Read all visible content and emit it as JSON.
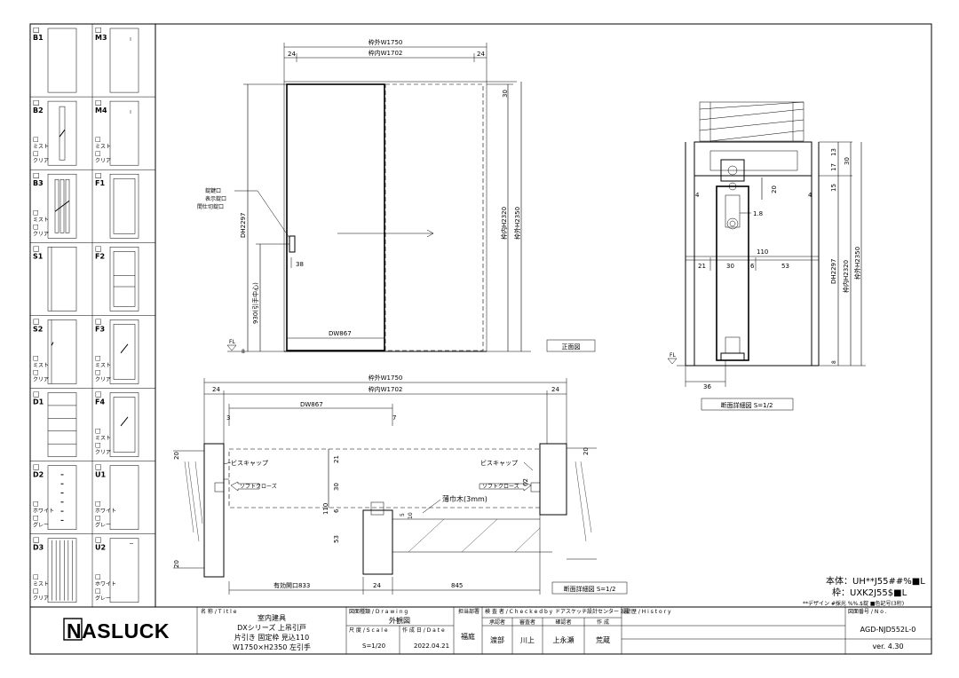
{
  "variants": [
    {
      "left": {
        "code": "B1",
        "notes": []
      },
      "right": {
        "code": "M3",
        "notes": []
      }
    },
    {
      "left": {
        "code": "B2",
        "notes": [
          "ミスト",
          "クリア"
        ]
      },
      "right": {
        "code": "M4",
        "notes": [
          "ミスト",
          "クリア"
        ]
      }
    },
    {
      "left": {
        "code": "B3",
        "notes": [
          "ミスト",
          "クリア"
        ]
      },
      "right": {
        "code": "F1",
        "notes": []
      }
    },
    {
      "left": {
        "code": "S1",
        "notes": []
      },
      "right": {
        "code": "F2",
        "notes": []
      }
    },
    {
      "left": {
        "code": "S2",
        "notes": [
          "ミスト",
          "クリア"
        ]
      },
      "right": {
        "code": "F3",
        "notes": [
          "ミスト",
          "クリア"
        ]
      }
    },
    {
      "left": {
        "code": "D1",
        "notes": []
      },
      "right": {
        "code": "F4",
        "notes": [
          "ミスト",
          "クリア"
        ]
      }
    },
    {
      "left": {
        "code": "D2",
        "notes": [
          "ホワイト",
          "グレー"
        ]
      },
      "right": {
        "code": "U1",
        "notes": [
          "ホワイト",
          "グレー"
        ]
      }
    },
    {
      "left": {
        "code": "D3",
        "notes": [
          "ミスト",
          "クリア"
        ]
      },
      "right": {
        "code": "U2",
        "notes": [
          "ホワイト",
          "グレー"
        ]
      }
    }
  ],
  "checkbox_glyph": "□",
  "front": {
    "outer_width": "枠外W1750",
    "inner_width": "枠内W1702",
    "left_margin": "24",
    "right_margin": "24",
    "top_dim": "30",
    "height_inner": "枠内H2320",
    "height_outer": "枠外H2350",
    "door_height": "DH2297",
    "handle_height": "930(引手中心)",
    "handle_offset": "38",
    "door_width": "DW867",
    "fl": "FL",
    "floor_dim": "8",
    "callouts": [
      "錠鍵口",
      "表示錠口",
      "間仕切錠口"
    ],
    "view_label": "正面図"
  },
  "section": {
    "heights": [
      "13",
      "17",
      "15",
      "30"
    ],
    "dim_20": "20",
    "dim_4l": "4",
    "dim_4r": "4",
    "dim_18": "1.8",
    "dim_110": "110",
    "widths": [
      "21",
      "30",
      "6",
      "53"
    ],
    "door_height": "DH2297",
    "height_inner": "枠内H2320",
    "height_outer": "枠外H2350",
    "fl": "FL",
    "floor_dim": "8",
    "dim_36": "36",
    "label": "断面詳細図 S=1/2"
  },
  "plan": {
    "outer_width": "枠外W1750",
    "inner_width": "枠内W1702",
    "left_margin": "24",
    "right_margin": "24",
    "door_width": "DW867",
    "dim_3": "3",
    "dim_7": "7",
    "dim_20a": "20",
    "dim_20b": "20",
    "dim_20c": "20",
    "dim_21": "21",
    "dim_30": "30",
    "dim_110": "110",
    "dim_6": "6",
    "dim_53": "53",
    "dim_10": "10",
    "dim_5": "5",
    "dim_62": "62",
    "screw_cap_l": "ビスキャップ",
    "screw_cap_r": "ビスキャップ",
    "soft_close_l": "ソフトクローズ",
    "soft_close_r": "ソフトクローズ",
    "thin_wood": "薄巾木(3mm)",
    "opening": "有効開口833",
    "opening_24": "24",
    "opening_845": "845",
    "label": "断面詳細図 S=1/2"
  },
  "notes": {
    "body": "本体：UH**J55##%■L",
    "frame": "枠：UXK2J55$■L",
    "legend": "**デザイン #採光 %%.$錠 ■色記号(3桁)"
  },
  "title_block": {
    "logo": "NASLUCK",
    "title_header": "名 称 / T i t l e",
    "title_line1": "室内建具",
    "title_line2": "DXシリーズ 上吊引戸",
    "title_line3": "片引き 固定枠 見込110",
    "title_line4": "W1750×H2350 左引手",
    "drawing_header": "図面種類 / D r a w i n g",
    "drawing_value": "外観図",
    "scale_header": "尺 度 / S c a l e",
    "scale_value": "S=1/20",
    "date_header": "作 成 日 / D a t e",
    "date_value": "2022.04.21",
    "office_header": "担当部署",
    "office_value": "福庭",
    "check_header": "検 査 者 / C h e c k e d  b y",
    "check_header2": "ドアスケッチ設計センター 設計",
    "roles": [
      "承認者",
      "審査者",
      "確認者",
      "作 成"
    ],
    "names": [
      "渡部",
      "川上",
      "上永瀬",
      "荒蔵"
    ],
    "history_header": "履 歴 / H i s t o r y",
    "doc_header": "図面番号 / N o .",
    "doc_no": "AGD-NJD552L-0",
    "version": "ver. 4.30"
  }
}
